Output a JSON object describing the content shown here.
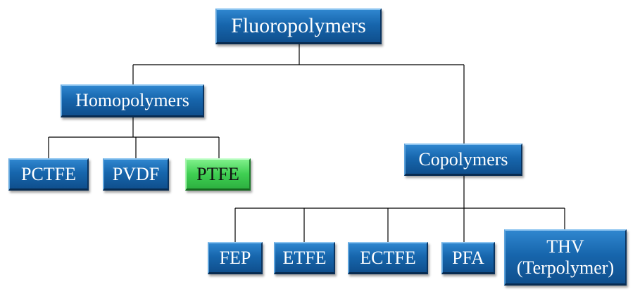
{
  "diagram": {
    "root": {
      "label": "Fluoropolymers",
      "color": "#1766ad"
    },
    "homopolymers": {
      "label": "Homopolymers",
      "children": [
        "PCTFE",
        "PVDF",
        "PTFE"
      ],
      "highlighted": "PTFE",
      "highlight_color": "#3fcf52"
    },
    "copolymers": {
      "label": "Copolymers",
      "children": [
        "FEP",
        "ETFE",
        "ECTFE",
        "PFA",
        "THV\n(Terpolymer)"
      ]
    }
  }
}
